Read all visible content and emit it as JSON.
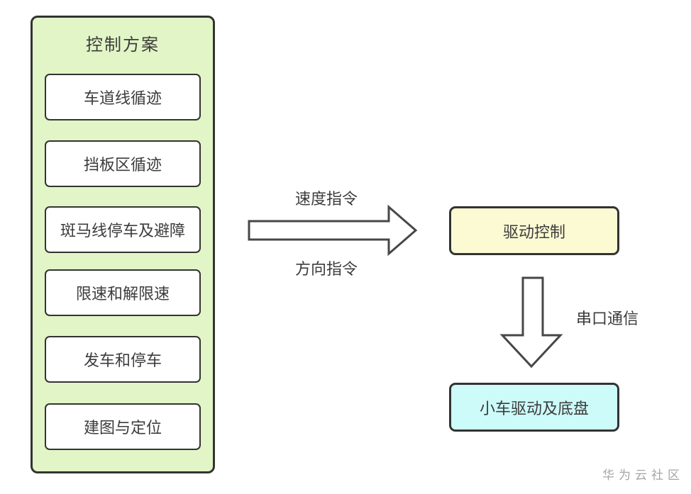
{
  "colors": {
    "panel-fill": "#e2f5c6",
    "yellow-fill": "#fcfad3",
    "cyan-fill": "#ccfbf9",
    "stroke": "#333333",
    "arrow-stroke": "#474747",
    "text": "#3c3c3c",
    "watermark": "#a5a5a5"
  },
  "panel": {
    "title": "控制方案",
    "items": [
      {
        "label": "车道线循迹"
      },
      {
        "label": "挡板区循迹"
      },
      {
        "label": "斑马线停车及避障"
      },
      {
        "label": "限速和解限速"
      },
      {
        "label": "发车和停车"
      },
      {
        "label": "建图与定位"
      }
    ]
  },
  "arrows": {
    "right": {
      "top_label": "速度指令",
      "bottom_label": "方向指令"
    },
    "down": {
      "label": "串口通信"
    }
  },
  "nodes": {
    "drive_control": {
      "label": "驱动控制"
    },
    "car_chassis": {
      "label": "小车驱动及底盘"
    }
  },
  "watermark": {
    "text": "华为云社区"
  }
}
